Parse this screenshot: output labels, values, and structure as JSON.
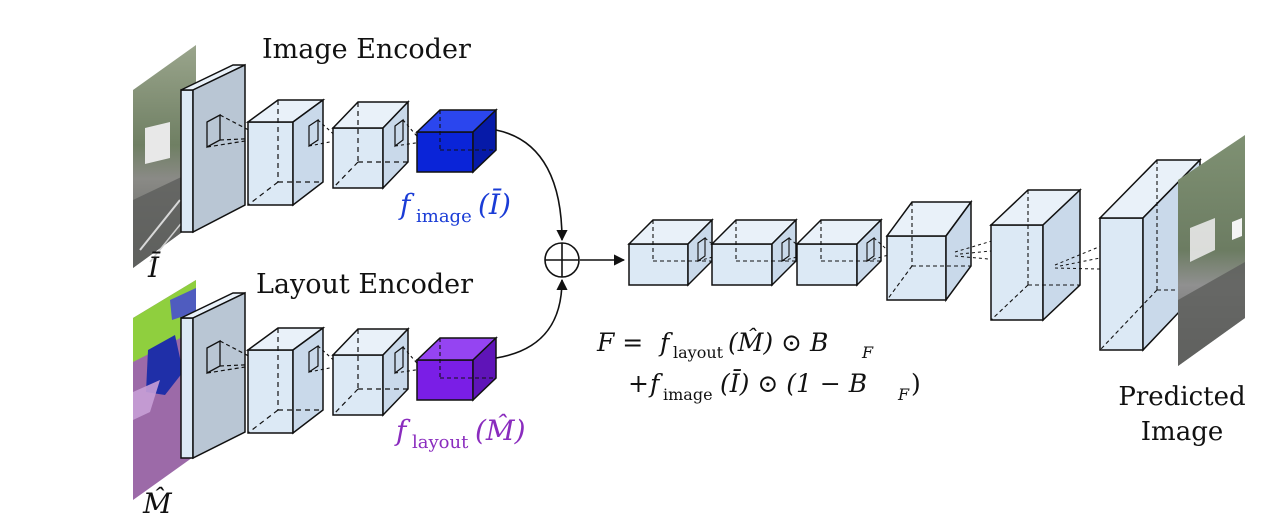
{
  "encoders": {
    "image": {
      "title": "Image Encoder",
      "input_symbol": "Ī",
      "feature_fn": "f",
      "feature_sub": "image",
      "feature_arg": "(Ī)"
    },
    "layout": {
      "title": "Layout Encoder",
      "input_symbol": "M̂",
      "feature_fn": "f",
      "feature_sub": "layout",
      "feature_arg": "(M̂)"
    }
  },
  "fusion": {
    "symbol": "⊕"
  },
  "formula": {
    "line1": {
      "lhs": "F = ",
      "fn": "f",
      "sub": "layout",
      "arg": "(M̂) ⊙ B",
      "tail_sub": "F"
    },
    "line2": {
      "lead": "+",
      "fn": "f",
      "sub": "image",
      "arg": "(Ī) ⊙ (1 − B",
      "tail_sub": "F",
      "close": ")"
    }
  },
  "output": {
    "label_line1": "Predicted",
    "label_line2": "Image"
  },
  "colors": {
    "box_face": "#dce9f5",
    "box_side": "#c9d9ea",
    "box_top": "#e9f1f9",
    "plate": "#b9c6d4",
    "image_feature": "#0a24d8",
    "layout_feature": "#7a1ee6",
    "image_feature_text": "#1a3cd6",
    "layout_feature_text": "#8a2cbe"
  }
}
